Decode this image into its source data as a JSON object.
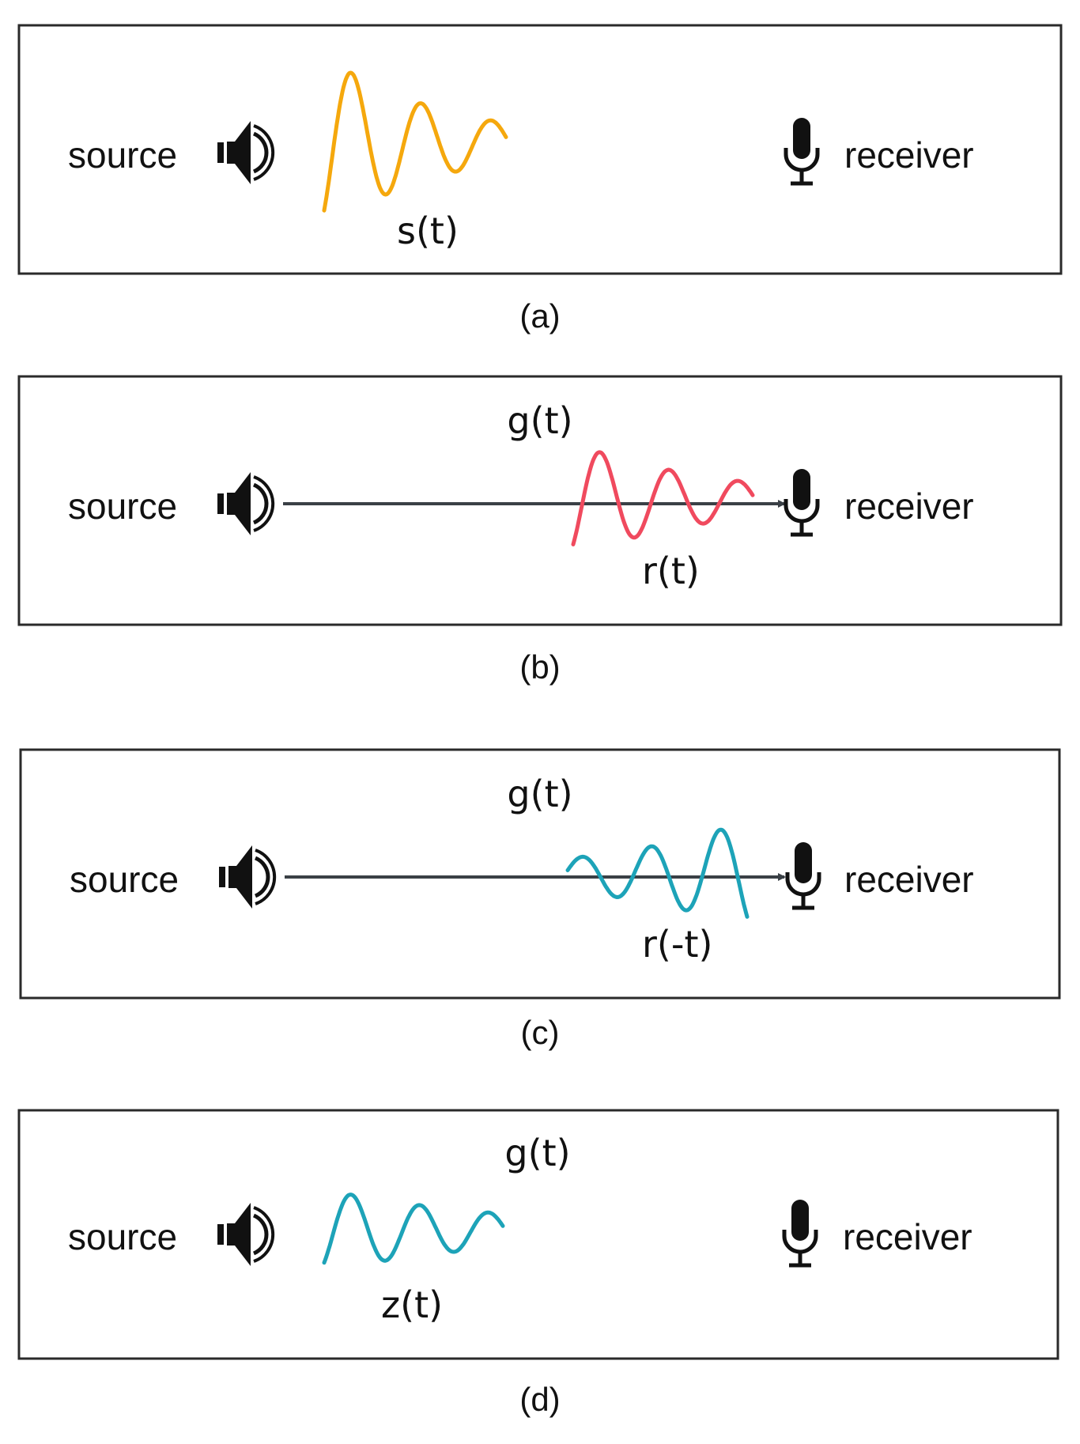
{
  "colors": {
    "source_wave": "#F5A80D",
    "received_wave": "#F04A5E",
    "reversed_wave": "#1DA3B8",
    "arrow": "#3A4046"
  },
  "icons": {
    "source": "speaker-icon",
    "receiver": "microphone-icon"
  },
  "panels": [
    {
      "source_label": "source",
      "receiver_label": "receiver",
      "green_label": "",
      "wave_label": "s(t)",
      "caption": "(a)"
    },
    {
      "source_label": "source",
      "receiver_label": "receiver",
      "green_label": "g(t)",
      "wave_label": "r(t)",
      "caption": "(b)"
    },
    {
      "source_label": "source",
      "receiver_label": "receiver",
      "green_label": "g(t)",
      "wave_label": "r(-t)",
      "caption": "(c)"
    },
    {
      "source_label": "source",
      "receiver_label": "receiver",
      "green_label": "g(t)",
      "wave_label": "z(t)",
      "caption": "(d)"
    }
  ]
}
